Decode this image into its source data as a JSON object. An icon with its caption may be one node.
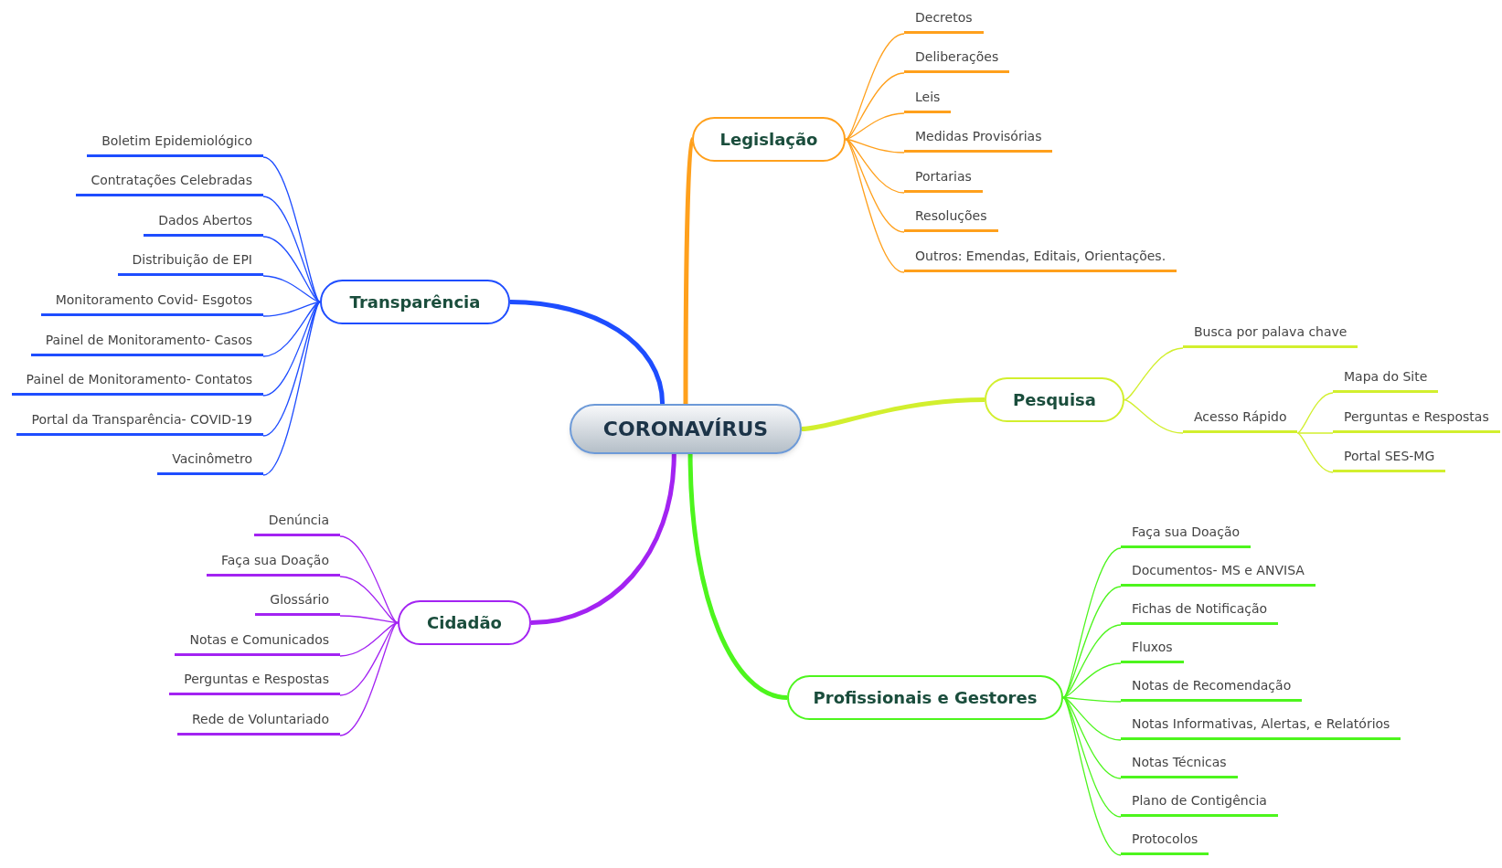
{
  "diagram": {
    "nodes": [
      {
        "text": [
          "CORONAVÍRUS"
        ]
      },
      {
        "text": [
          "Legislação"
        ]
      },
      {
        "text": [
          "Decretos"
        ]
      },
      {
        "text": [
          "Deliberações"
        ]
      },
      {
        "text": [
          "Leis"
        ]
      },
      {
        "text": [
          "Medidas Provisórias"
        ]
      },
      {
        "text": [
          "Portarias"
        ]
      },
      {
        "text": [
          "Resoluções"
        ]
      },
      {
        "text": [
          "Outros: Emendas, Editais, Orientações."
        ]
      },
      {
        "text": [
          "Transparência"
        ]
      },
      {
        "text": [
          "Boletim Epidemiológico"
        ]
      },
      {
        "text": [
          "Contratações Celebradas"
        ]
      },
      {
        "text": [
          "Dados Abertos"
        ]
      },
      {
        "text": [
          "Distribuição de EPI"
        ]
      },
      {
        "text": [
          "Monitoramento Covid- Esgotos"
        ]
      },
      {
        "text": [
          "Painel de Monitoramento- Casos"
        ]
      },
      {
        "text": [
          "Painel de Monitoramento- Contatos"
        ]
      },
      {
        "text": [
          "Portal da Transparência- COVID-19"
        ]
      },
      {
        "text": [
          "Vacinômetro"
        ]
      },
      {
        "text": [
          "Pesquisa"
        ]
      },
      {
        "text": [
          "Busca por palava chave"
        ]
      },
      {
        "text": [
          "Acesso Rápido"
        ]
      },
      {
        "text": [
          "Mapa do Site"
        ]
      },
      {
        "text": [
          "Perguntas e Respostas"
        ]
      },
      {
        "text": [
          "Portal SES-MG"
        ]
      },
      {
        "text": [
          "Cidadão"
        ]
      },
      {
        "text": [
          "Denúncia"
        ]
      },
      {
        "text": [
          "Faça sua Doação"
        ]
      },
      {
        "text": [
          "Glossário"
        ]
      },
      {
        "text": [
          "Notas e Comunicados"
        ]
      },
      {
        "text": [
          "Perguntas e Respostas"
        ]
      },
      {
        "text": [
          "Rede de Voluntariado"
        ]
      },
      {
        "text": [
          "Profissionais e Gestores"
        ]
      },
      {
        "text": [
          "Faça sua Doação"
        ]
      },
      {
        "text": [
          "Documentos- MS e ANVISA"
        ]
      },
      {
        "text": [
          "Fichas de Notificação"
        ]
      },
      {
        "text": [
          "Fluxos"
        ]
      },
      {
        "text": [
          "Notas de Recomendação"
        ]
      },
      {
        "text": [
          "Notas Informativas, Alertas, e Relatórios"
        ]
      },
      {
        "text": [
          "Notas Técnicas"
        ]
      },
      {
        "text": [
          "Plano de Contigência"
        ]
      },
      {
        "text": [
          "Protocolos"
        ]
      }
    ],
    "edges": [
      {
        "from": 0,
        "to": 1,
        "arrow": "none",
        "style": "thick",
        "color": "#ffa01c"
      },
      {
        "from": 0,
        "to": 9,
        "arrow": "none",
        "style": "thick",
        "color": "#1e4dff"
      },
      {
        "from": 0,
        "to": 19,
        "arrow": "none",
        "style": "thick",
        "color": "#d2ef2e"
      },
      {
        "from": 0,
        "to": 25,
        "arrow": "none",
        "style": "thick",
        "color": "#a323f2"
      },
      {
        "from": 0,
        "to": 32,
        "arrow": "none",
        "style": "thick",
        "color": "#4df51d"
      },
      {
        "from": 1,
        "to": 2,
        "arrow": "none",
        "color": "#ffa01c"
      },
      {
        "from": 1,
        "to": 3,
        "arrow": "none",
        "color": "#ffa01c"
      },
      {
        "from": 1,
        "to": 4,
        "arrow": "none",
        "color": "#ffa01c"
      },
      {
        "from": 1,
        "to": 5,
        "arrow": "none",
        "color": "#ffa01c"
      },
      {
        "from": 1,
        "to": 6,
        "arrow": "none",
        "color": "#ffa01c"
      },
      {
        "from": 1,
        "to": 7,
        "arrow": "none",
        "color": "#ffa01c"
      },
      {
        "from": 1,
        "to": 8,
        "arrow": "none",
        "color": "#ffa01c"
      },
      {
        "from": 9,
        "to": 10,
        "arrow": "none",
        "color": "#1e4dff"
      },
      {
        "from": 9,
        "to": 11,
        "arrow": "none",
        "color": "#1e4dff"
      },
      {
        "from": 9,
        "to": 12,
        "arrow": "none",
        "color": "#1e4dff"
      },
      {
        "from": 9,
        "to": 13,
        "arrow": "none",
        "color": "#1e4dff"
      },
      {
        "from": 9,
        "to": 14,
        "arrow": "none",
        "color": "#1e4dff"
      },
      {
        "from": 9,
        "to": 15,
        "arrow": "none",
        "color": "#1e4dff"
      },
      {
        "from": 9,
        "to": 16,
        "arrow": "none",
        "color": "#1e4dff"
      },
      {
        "from": 9,
        "to": 17,
        "arrow": "none",
        "color": "#1e4dff"
      },
      {
        "from": 9,
        "to": 18,
        "arrow": "none",
        "color": "#1e4dff"
      },
      {
        "from": 19,
        "to": 20,
        "arrow": "none",
        "color": "#d2ef2e"
      },
      {
        "from": 19,
        "to": 21,
        "arrow": "none",
        "color": "#d2ef2e"
      },
      {
        "from": 21,
        "to": 22,
        "arrow": "none",
        "color": "#d2ef2e"
      },
      {
        "from": 21,
        "to": 23,
        "arrow": "none",
        "color": "#d2ef2e"
      },
      {
        "from": 21,
        "to": 24,
        "arrow": "none",
        "color": "#d2ef2e"
      },
      {
        "from": 25,
        "to": 26,
        "arrow": "none",
        "color": "#a323f2"
      },
      {
        "from": 25,
        "to": 27,
        "arrow": "none",
        "color": "#a323f2"
      },
      {
        "from": 25,
        "to": 28,
        "arrow": "none",
        "color": "#a323f2"
      },
      {
        "from": 25,
        "to": 29,
        "arrow": "none",
        "color": "#a323f2"
      },
      {
        "from": 25,
        "to": 30,
        "arrow": "none",
        "color": "#a323f2"
      },
      {
        "from": 25,
        "to": 31,
        "arrow": "none",
        "color": "#a323f2"
      },
      {
        "from": 32,
        "to": 33,
        "arrow": "none",
        "color": "#4df51d"
      },
      {
        "from": 32,
        "to": 34,
        "arrow": "none",
        "color": "#4df51d"
      },
      {
        "from": 32,
        "to": 35,
        "arrow": "none",
        "color": "#4df51d"
      },
      {
        "from": 32,
        "to": 36,
        "arrow": "none",
        "color": "#4df51d"
      },
      {
        "from": 32,
        "to": 37,
        "arrow": "none",
        "color": "#4df51d"
      },
      {
        "from": 32,
        "to": 38,
        "arrow": "none",
        "color": "#4df51d"
      },
      {
        "from": 32,
        "to": 39,
        "arrow": "none",
        "color": "#4df51d"
      },
      {
        "from": 32,
        "to": 40,
        "arrow": "none",
        "color": "#4df51d"
      },
      {
        "from": 32,
        "to": 41,
        "arrow": "none",
        "color": "#4df51d"
      }
    ]
  }
}
